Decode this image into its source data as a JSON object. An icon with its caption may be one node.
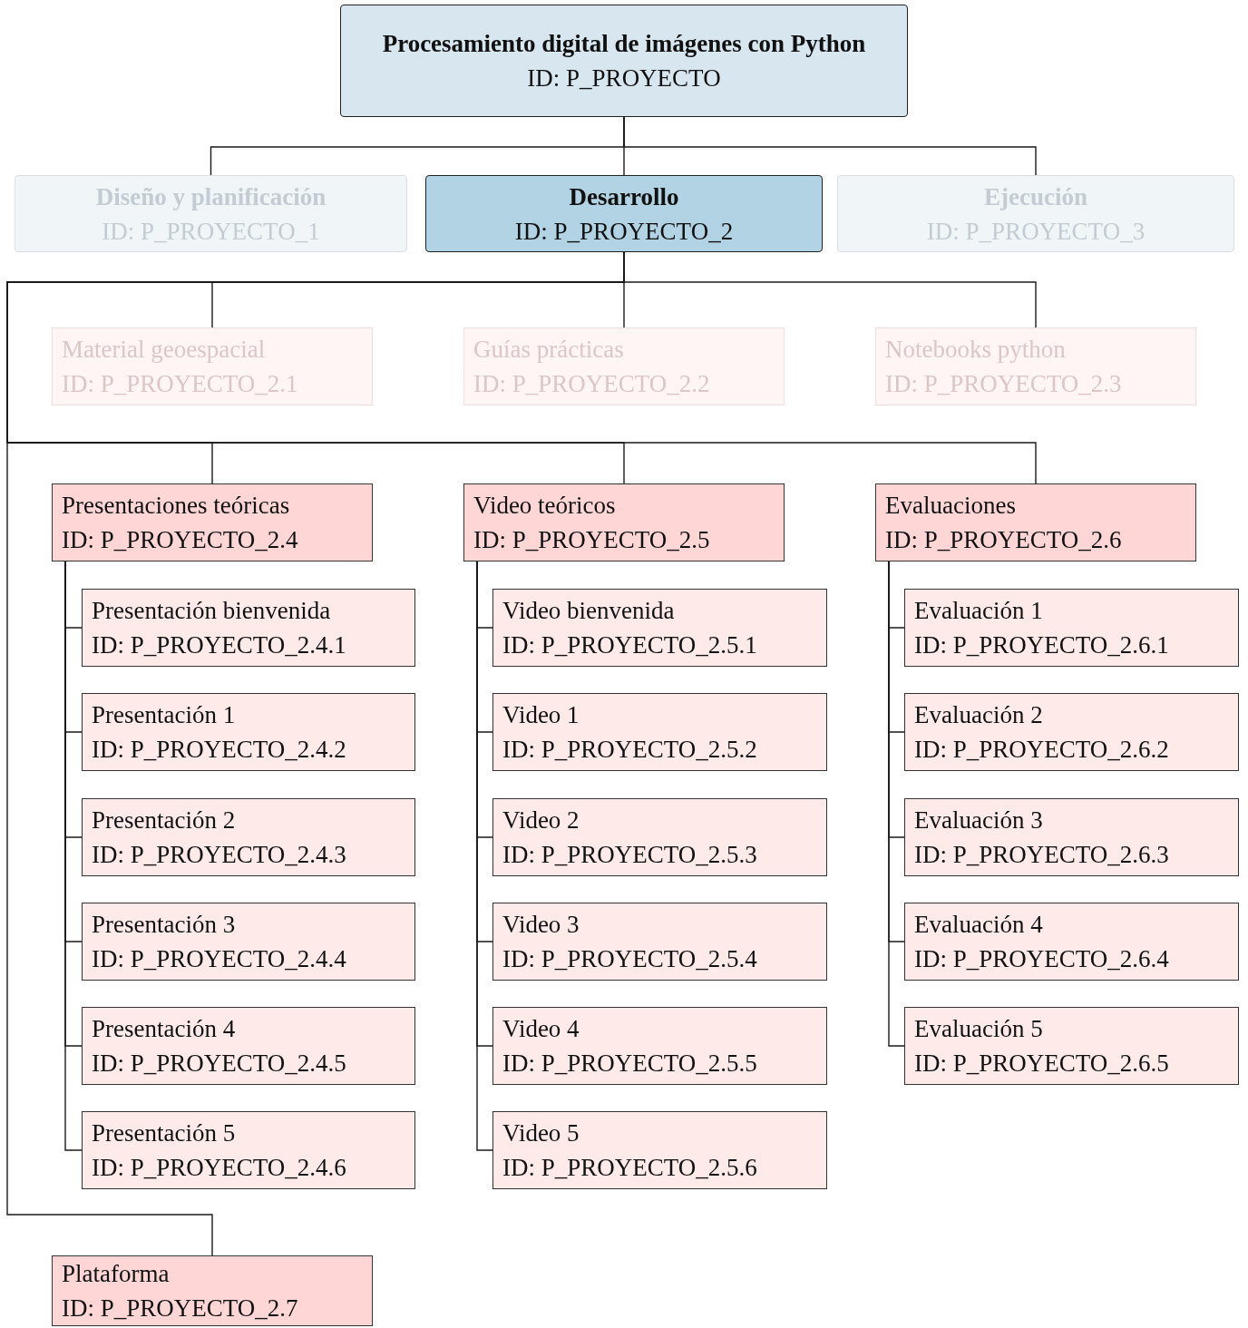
{
  "diagram": {
    "nodes": [
      {
        "text": [
          "Procesamiento digital de imágenes con Python",
          "ID: P_PROYECTO"
        ]
      },
      {
        "text": [
          "Diseño y planificación",
          "ID: P_PROYECTO_1"
        ]
      },
      {
        "text": [
          "Desarrollo",
          "ID: P_PROYECTO_2"
        ]
      },
      {
        "text": [
          "Ejecución",
          "ID: P_PROYECTO_3"
        ]
      },
      {
        "text": [
          "Material geoespacial",
          "ID: P_PROYECTO_2.1"
        ]
      },
      {
        "text": [
          "Guías prácticas",
          "ID: P_PROYECTO_2.2"
        ]
      },
      {
        "text": [
          "Notebooks python",
          "ID: P_PROYECTO_2.3"
        ]
      },
      {
        "text": [
          "Presentaciones teóricas",
          "ID: P_PROYECTO_2.4"
        ]
      },
      {
        "text": [
          "Video teóricos",
          "ID: P_PROYECTO_2.5"
        ]
      },
      {
        "text": [
          "Evaluaciones",
          "ID: P_PROYECTO_2.6"
        ]
      },
      {
        "text": [
          "Presentación bienvenida",
          "ID: P_PROYECTO_2.4.1"
        ]
      },
      {
        "text": [
          "Presentación 1",
          "ID: P_PROYECTO_2.4.2"
        ]
      },
      {
        "text": [
          "Presentación 2",
          "ID: P_PROYECTO_2.4.3"
        ]
      },
      {
        "text": [
          "Presentación 3",
          "ID: P_PROYECTO_2.4.4"
        ]
      },
      {
        "text": [
          "Presentación 4",
          "ID: P_PROYECTO_2.4.5"
        ]
      },
      {
        "text": [
          "Presentación 5",
          "ID: P_PROYECTO_2.4.6"
        ]
      },
      {
        "text": [
          "Video bienvenida",
          "ID: P_PROYECTO_2.5.1"
        ]
      },
      {
        "text": [
          "Video 1",
          "ID: P_PROYECTO_2.5.2"
        ]
      },
      {
        "text": [
          "Video 2",
          "ID: P_PROYECTO_2.5.3"
        ]
      },
      {
        "text": [
          "Video 3",
          "ID: P_PROYECTO_2.5.4"
        ]
      },
      {
        "text": [
          "Video 4",
          "ID: P_PROYECTO_2.5.5"
        ]
      },
      {
        "text": [
          "Video 5",
          "ID: P_PROYECTO_2.5.6"
        ]
      },
      {
        "text": [
          "Evaluación 1",
          "ID: P_PROYECTO_2.6.1"
        ]
      },
      {
        "text": [
          "Evaluación 2",
          "ID: P_PROYECTO_2.6.2"
        ]
      },
      {
        "text": [
          "Evaluación 3",
          "ID: P_PROYECTO_2.6.3"
        ]
      },
      {
        "text": [
          "Evaluación 4",
          "ID: P_PROYECTO_2.6.4"
        ]
      },
      {
        "text": [
          "Evaluación 5",
          "ID: P_PROYECTO_2.6.5"
        ]
      },
      {
        "text": [
          "Plataforma",
          "ID: P_PROYECTO_2.7"
        ]
      }
    ],
    "edges": [
      {
        "from": 0,
        "to": 1,
        "arrow": "none"
      },
      {
        "from": 0,
        "to": 2,
        "arrow": "none"
      },
      {
        "from": 0,
        "to": 3,
        "arrow": "none"
      },
      {
        "from": 2,
        "to": 4,
        "arrow": "none"
      },
      {
        "from": 2,
        "to": 5,
        "arrow": "none"
      },
      {
        "from": 2,
        "to": 6,
        "arrow": "none"
      },
      {
        "from": 2,
        "to": 7,
        "arrow": "none"
      },
      {
        "from": 2,
        "to": 8,
        "arrow": "none"
      },
      {
        "from": 2,
        "to": 9,
        "arrow": "none"
      },
      {
        "from": 7,
        "to": 10,
        "arrow": "none"
      },
      {
        "from": 7,
        "to": 11,
        "arrow": "none"
      },
      {
        "from": 7,
        "to": 12,
        "arrow": "none"
      },
      {
        "from": 7,
        "to": 13,
        "arrow": "none"
      },
      {
        "from": 7,
        "to": 14,
        "arrow": "none"
      },
      {
        "from": 7,
        "to": 15,
        "arrow": "none"
      },
      {
        "from": 8,
        "to": 16,
        "arrow": "none"
      },
      {
        "from": 8,
        "to": 17,
        "arrow": "none"
      },
      {
        "from": 8,
        "to": 18,
        "arrow": "none"
      },
      {
        "from": 8,
        "to": 19,
        "arrow": "none"
      },
      {
        "from": 8,
        "to": 20,
        "arrow": "none"
      },
      {
        "from": 8,
        "to": 21,
        "arrow": "none"
      },
      {
        "from": 9,
        "to": 22,
        "arrow": "none"
      },
      {
        "from": 9,
        "to": 23,
        "arrow": "none"
      },
      {
        "from": 9,
        "to": 24,
        "arrow": "none"
      },
      {
        "from": 9,
        "to": 25,
        "arrow": "none"
      },
      {
        "from": 9,
        "to": 26,
        "arrow": "none"
      },
      {
        "from": 2,
        "to": 27,
        "arrow": "none"
      }
    ]
  }
}
